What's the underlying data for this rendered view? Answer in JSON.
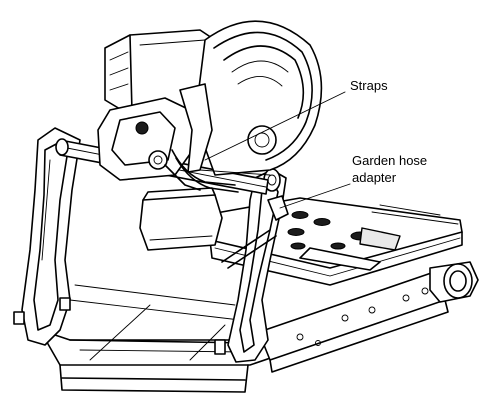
{
  "labels": {
    "straps": "Straps",
    "garden_hose_line1": "Garden hose",
    "garden_hose_line2": "adapter"
  },
  "colors": {
    "line": "#000000",
    "background": "#ffffff",
    "shade": "#e9e9e9"
  }
}
